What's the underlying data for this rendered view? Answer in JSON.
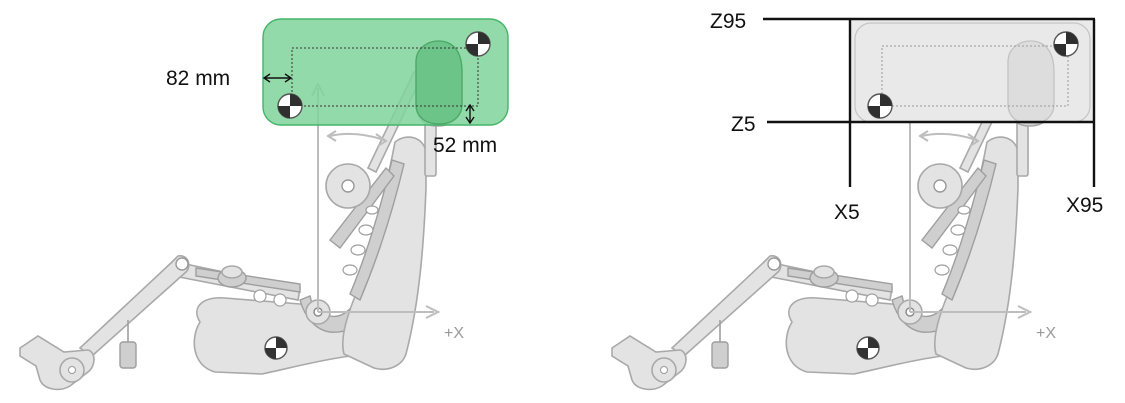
{
  "left_panel": {
    "dim_horizontal": "82 mm",
    "dim_vertical": "52 mm",
    "axis_label": "+X",
    "zone_color": "#7fd49a"
  },
  "right_panel": {
    "z_top": "Z95",
    "z_bottom": "Z5",
    "x_left": "X5",
    "x_right": "X95",
    "axis_label": "+X",
    "zone_color": "#e6e6e6"
  }
}
